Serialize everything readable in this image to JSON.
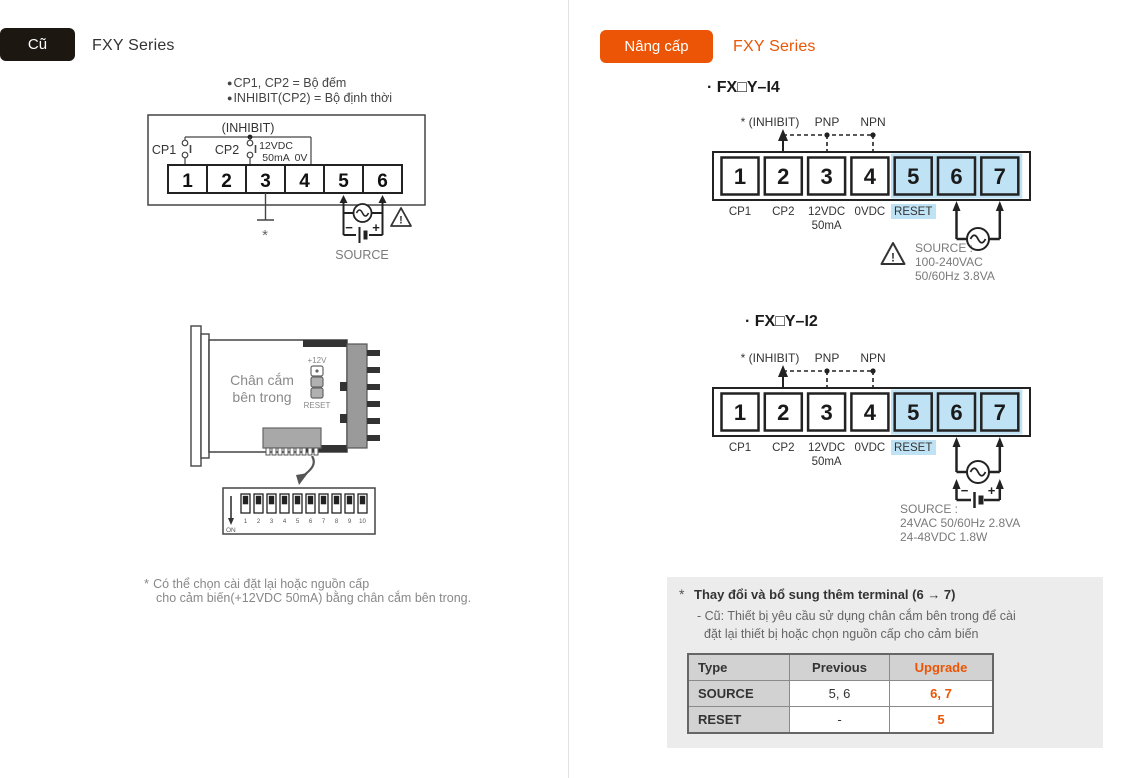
{
  "colors": {
    "accent_orange": "#eb5505",
    "badge_old_bg": "#1d1711",
    "terminal_highlight_blue": "#bfe3f4",
    "note_box_bg": "#ececec",
    "table_header_bg": "#d2d2d2"
  },
  "left": {
    "badge": "Cũ",
    "title": "FXY Series",
    "bullet": "●",
    "notes": [
      "CP1, CP2 = Bộ đếm",
      "INHIBIT(CP2) = Bộ định thời"
    ],
    "diagram": {
      "inhibit": "(INHIBIT)",
      "cp1": "CP1",
      "cp2": "CP2",
      "v12": "12VDC",
      "ma50": "50mA",
      "v0": "0V",
      "terminals": [
        "1",
        "2",
        "3",
        "4",
        "5",
        "6"
      ],
      "ground_mark": "*",
      "minus": "−",
      "plus": "+",
      "warn": "!",
      "source": "SOURCE"
    },
    "device": {
      "label1": "Chân cắm",
      "label2": "bên trong",
      "jumper_top": "+12V",
      "jumper_bottom": "RESET"
    },
    "dip": {
      "on": "ON",
      "numbers": [
        "1",
        "2",
        "3",
        "4",
        "5",
        "6",
        "7",
        "8",
        "9",
        "10"
      ]
    },
    "footnote_mark": "*",
    "footnote": [
      "Có thể chọn cài đặt lại hoặc nguồn cấp",
      "cho cảm biến(+12VDC 50mA) bằng chân cắm bên trong."
    ]
  },
  "right": {
    "badge": "Nâng cấp",
    "title": "FXY Series",
    "models": [
      {
        "heading": "· FX□Y–I4",
        "inhibit": "* (INHIBIT)",
        "pnp": "PNP",
        "npn": "NPN",
        "terminals": [
          "1",
          "2",
          "3",
          "4",
          "5",
          "6",
          "7"
        ],
        "labels": [
          "CP1",
          "CP2",
          "12VDC",
          "0VDC",
          "RESET"
        ],
        "ma50": "50mA",
        "warn": "!",
        "source_lines": [
          "SOURCE :",
          "100-240VAC",
          "50/60Hz 3.8VA"
        ]
      },
      {
        "heading": "· FX□Y–I2",
        "inhibit": "* (INHIBIT)",
        "pnp": "PNP",
        "npn": "NPN",
        "terminals": [
          "1",
          "2",
          "3",
          "4",
          "5",
          "6",
          "7"
        ],
        "labels": [
          "CP1",
          "CP2",
          "12VDC",
          "0VDC",
          "RESET"
        ],
        "ma50": "50mA",
        "minus": "−",
        "plus": "+",
        "source_lines": [
          "SOURCE :",
          "24VAC 50/60Hz 2.8VA",
          "24-48VDC 1.8W"
        ]
      }
    ],
    "note": {
      "mark": "*",
      "title": "Thay đổi và bổ sung thêm terminal (6 → 7)",
      "lines": [
        "- Cũ: Thiết bị yêu cầu sử dụng chân cắm bên trong để cài",
        "đặt lại thiết bị hoặc chọn nguồn cấp cho cảm biến"
      ]
    },
    "table": {
      "headers": [
        "Type",
        "Previous",
        "Upgrade"
      ],
      "rows": [
        [
          "SOURCE",
          "5, 6",
          "6, 7"
        ],
        [
          "RESET",
          "-",
          "5"
        ]
      ]
    }
  }
}
